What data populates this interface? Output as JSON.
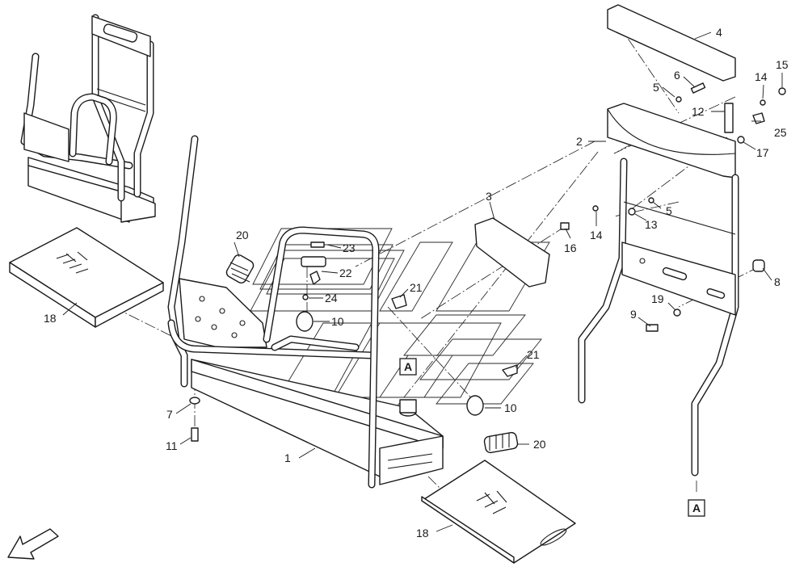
{
  "callouts": {
    "c1": "1",
    "c2": "2",
    "c3": "3",
    "c4": "4",
    "c5a": "5",
    "c5b": "5",
    "c6": "6",
    "c7": "7",
    "c8": "8",
    "c9": "9",
    "c10a": "10",
    "c10b": "10",
    "c11": "11",
    "c12": "12",
    "c13": "13",
    "c14a": "14",
    "c14b": "14",
    "c15": "15",
    "c16": "16",
    "c17": "17",
    "c18a": "18",
    "c18b": "18",
    "c19": "19",
    "c20a": "20",
    "c20b": "20",
    "c21a": "21",
    "c21b": "21",
    "c22": "22",
    "c23": "23",
    "c24": "24",
    "c25": "25"
  },
  "reference_marks": {
    "a_left": "A",
    "a_right": "A"
  },
  "icons": {
    "view_arrow": "view-direction-arrow-icon"
  }
}
